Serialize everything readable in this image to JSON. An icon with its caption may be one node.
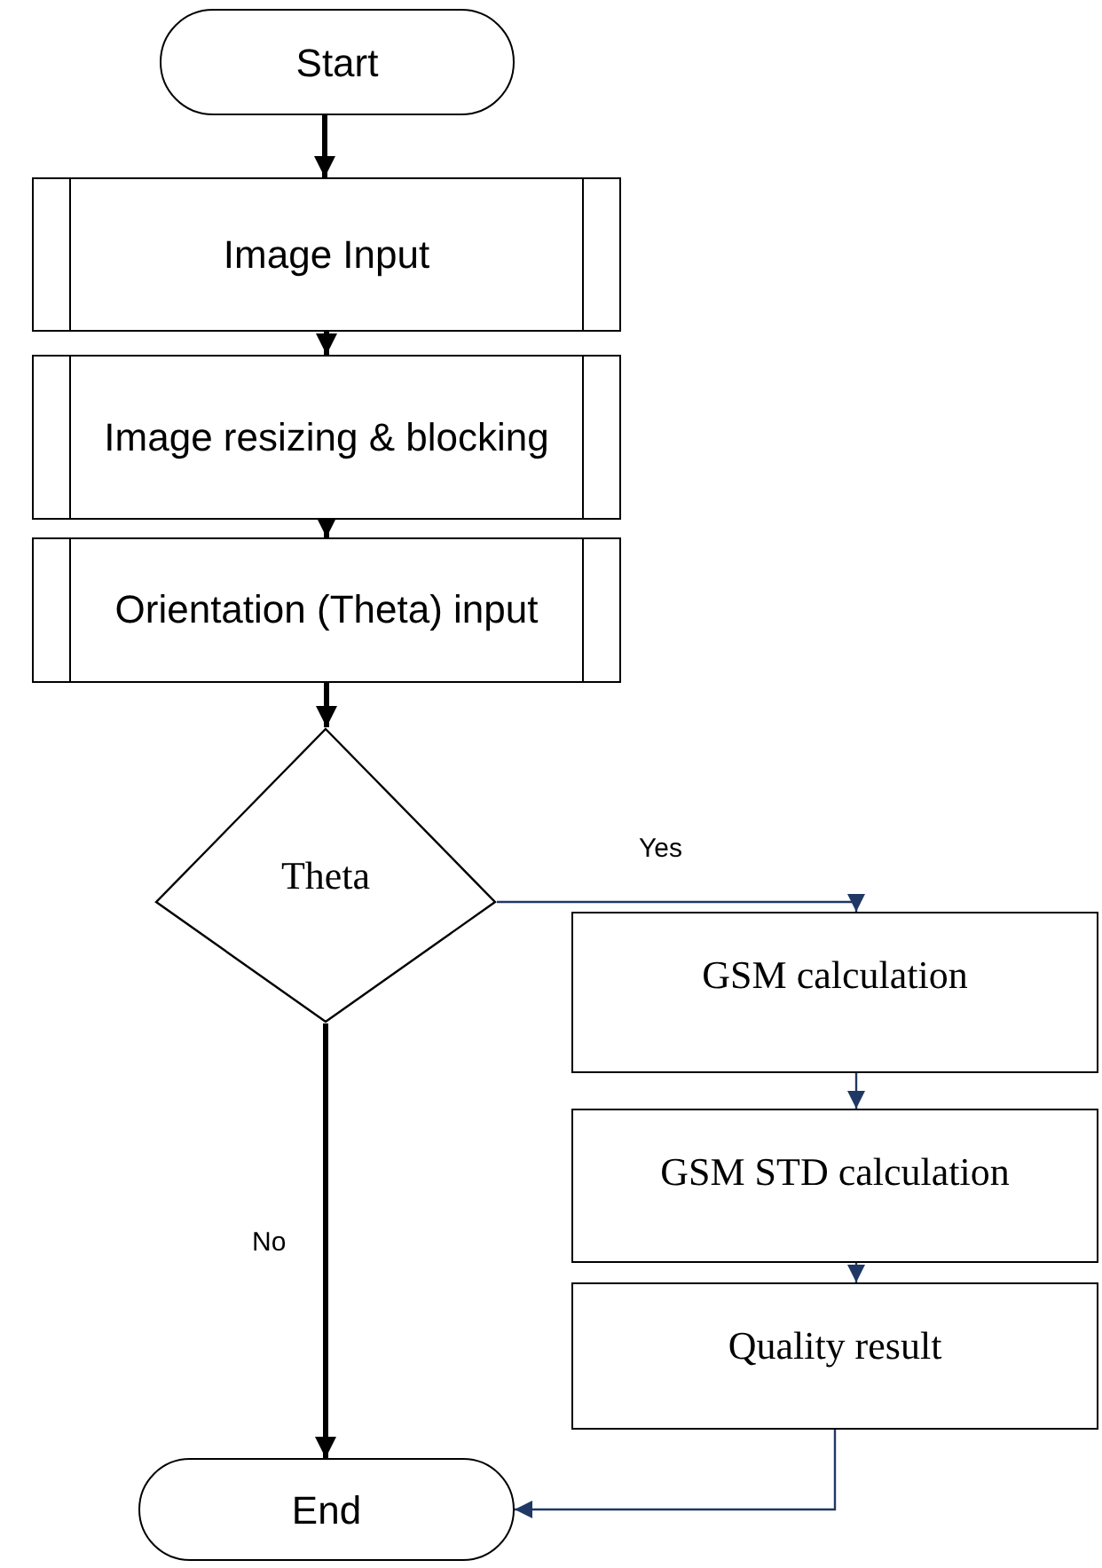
{
  "diagram": {
    "nodes": [
      {
        "text": [
          "Start"
        ]
      },
      {
        "text": [
          "Image Input"
        ]
      },
      {
        "text": [
          "Image resizing & blocking"
        ]
      },
      {
        "text": [
          "Orientation (Theta) input"
        ]
      },
      {
        "text": [
          "Theta"
        ]
      },
      {
        "text": [
          "GSM calculation"
        ]
      },
      {
        "text": [
          "GSM STD calculation"
        ]
      },
      {
        "text": [
          "Quality result"
        ]
      },
      {
        "text": [
          "End"
        ]
      }
    ],
    "edges": [
      {
        "from": 0,
        "to": 1,
        "arrow": "to"
      },
      {
        "from": 1,
        "to": 2,
        "arrow": "to"
      },
      {
        "from": 2,
        "to": 3,
        "arrow": "to"
      },
      {
        "from": 3,
        "to": 4,
        "arrow": "to"
      },
      {
        "from": 4,
        "to": 5,
        "arrow": "to",
        "label": "Yes",
        "color": "#1f3864"
      },
      {
        "from": 5,
        "to": 6,
        "arrow": "to",
        "color": "#1f3864"
      },
      {
        "from": 6,
        "to": 7,
        "arrow": "to",
        "color": "#1f3864"
      },
      {
        "from": 7,
        "to": 8,
        "arrow": "to",
        "color": "#1f3864"
      },
      {
        "from": 4,
        "to": 8,
        "arrow": "to",
        "label": "No"
      }
    ]
  }
}
